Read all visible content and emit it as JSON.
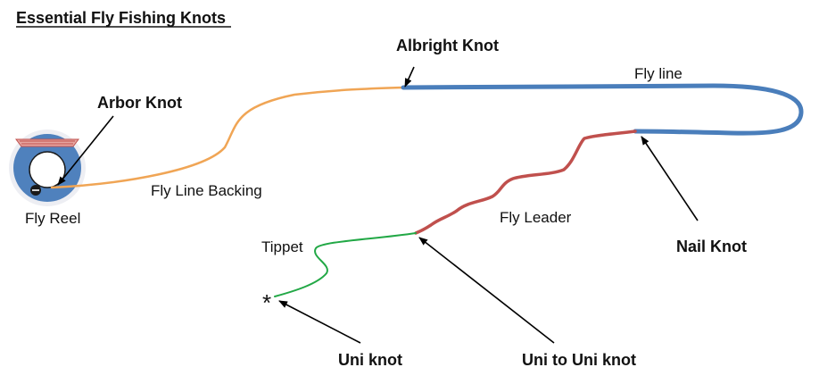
{
  "title": "Essential Fly Fishing Knots",
  "labels": {
    "fly_reel": "Fly Reel",
    "fly_line_backing": "Fly Line Backing",
    "fly_line": "Fly line",
    "fly_leader": "Fly Leader",
    "tippet": "Tippet",
    "fly_marker": "*"
  },
  "knots": {
    "arbor": "Arbor Knot",
    "albright": "Albright Knot",
    "nail": "Nail Knot",
    "uni_to_uni": "Uni to Uni knot",
    "uni": "Uni knot"
  },
  "colors": {
    "backing": "#F0A555",
    "fly_line": "#4A7EBB",
    "leader": "#C0504D",
    "tippet": "#22A846",
    "reel_body": "#4F81BD",
    "reel_ring": "#D6E0F0",
    "reel_spool": "#E6A5A0",
    "arrow": "#000000"
  }
}
